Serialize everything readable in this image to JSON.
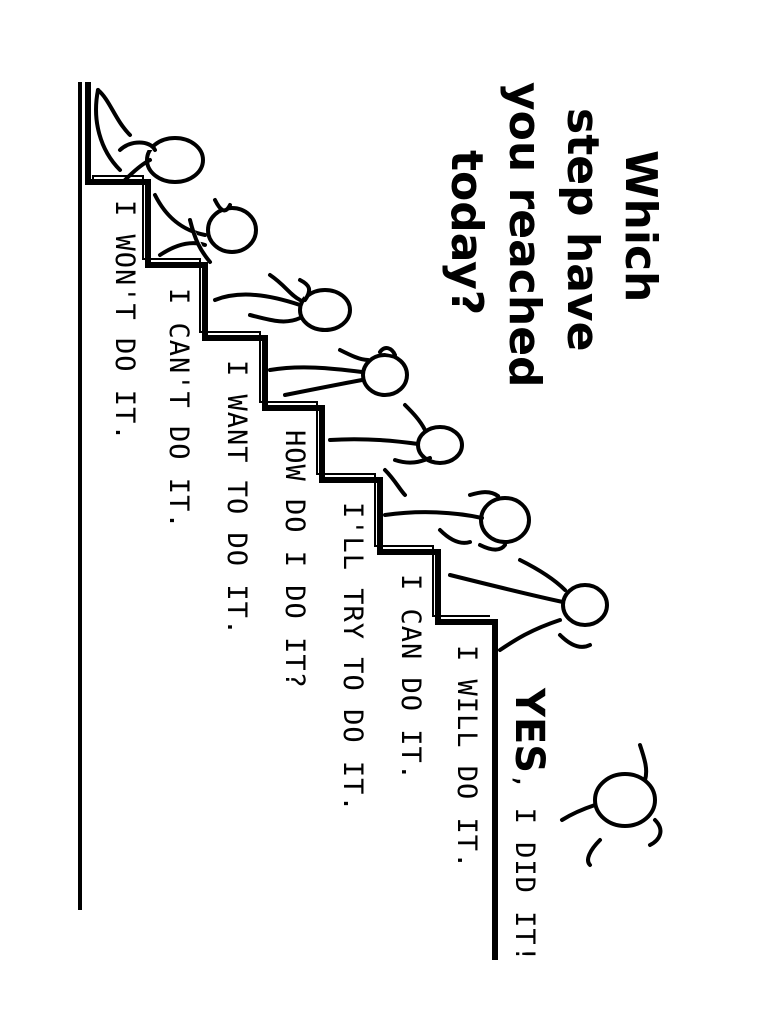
{
  "title": {
    "lines": [
      "Which",
      "step have",
      "you reached",
      "today?"
    ]
  },
  "final_step": {
    "emphasis": "YES",
    "rest": ", I DID IT!"
  },
  "steps": [
    {
      "label": "I WON'T DO IT."
    },
    {
      "label": "I CAN'T DO IT."
    },
    {
      "label": "I WANT TO DO IT."
    },
    {
      "label": "HOW DO I DO IT?"
    },
    {
      "label": "I'LL TRY TO DO IT."
    },
    {
      "label": "I CAN DO IT."
    },
    {
      "label": "I WILL DO IT."
    }
  ]
}
